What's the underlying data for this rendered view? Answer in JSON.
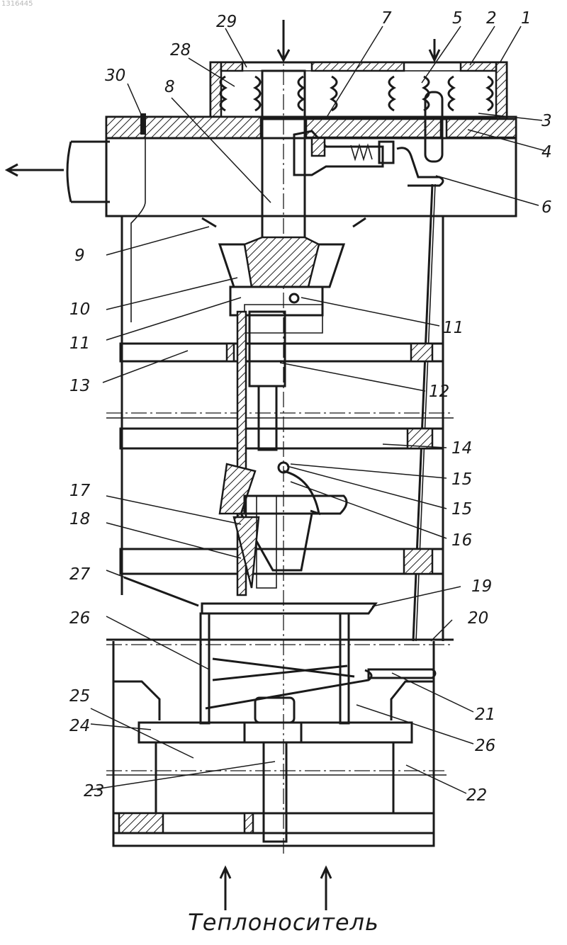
{
  "watermark": "1316445",
  "caption": "Теплоноситель",
  "callouts": [
    {
      "id": "1",
      "text": "1"
    },
    {
      "id": "2",
      "text": "2"
    },
    {
      "id": "3",
      "text": "3"
    },
    {
      "id": "4",
      "text": "4"
    },
    {
      "id": "5",
      "text": "5"
    },
    {
      "id": "6",
      "text": "6"
    },
    {
      "id": "7",
      "text": "7"
    },
    {
      "id": "8",
      "text": "8"
    },
    {
      "id": "9",
      "text": "9"
    },
    {
      "id": "10",
      "text": "10"
    },
    {
      "id": "11a",
      "text": "11"
    },
    {
      "id": "11b",
      "text": "11"
    },
    {
      "id": "12",
      "text": "12"
    },
    {
      "id": "13",
      "text": "13"
    },
    {
      "id": "14",
      "text": "14"
    },
    {
      "id": "15a",
      "text": "15"
    },
    {
      "id": "15b",
      "text": "15"
    },
    {
      "id": "16",
      "text": "16"
    },
    {
      "id": "17",
      "text": "17"
    },
    {
      "id": "18",
      "text": "18"
    },
    {
      "id": "19",
      "text": "19"
    },
    {
      "id": "20",
      "text": "20"
    },
    {
      "id": "21",
      "text": "21"
    },
    {
      "id": "22",
      "text": "22"
    },
    {
      "id": "23",
      "text": "23"
    },
    {
      "id": "24",
      "text": "24"
    },
    {
      "id": "25",
      "text": "25"
    },
    {
      "id": "26a",
      "text": "26"
    },
    {
      "id": "26b",
      "text": "26"
    },
    {
      "id": "27",
      "text": "27"
    },
    {
      "id": "28",
      "text": "28"
    },
    {
      "id": "29",
      "text": "29"
    },
    {
      "id": "30",
      "text": "30"
    }
  ]
}
